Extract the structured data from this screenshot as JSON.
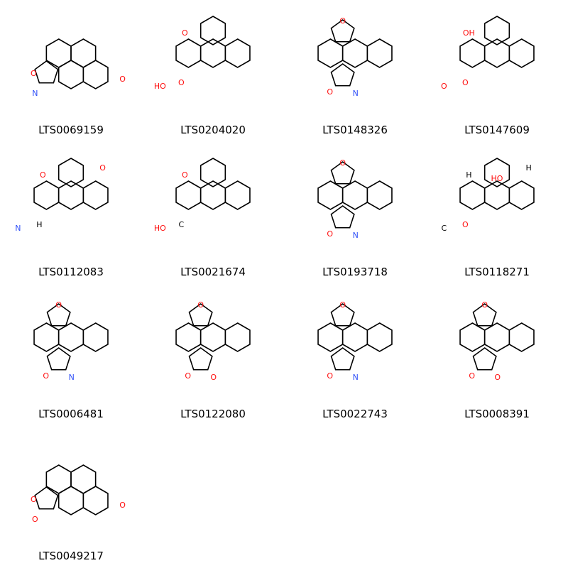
{
  "molecules": [
    {
      "id": "LTS0069159",
      "atoms": [
        "O",
        "N",
        "O"
      ]
    },
    {
      "id": "LTS0204020",
      "atoms": [
        "O",
        "O",
        "HO"
      ]
    },
    {
      "id": "LTS0148326",
      "atoms": [
        "O",
        "O",
        "N"
      ]
    },
    {
      "id": "LTS0147609",
      "atoms": [
        "OH",
        "O",
        "O"
      ]
    },
    {
      "id": "LTS0112083",
      "atoms": [
        "O",
        "H",
        "N",
        "O"
      ]
    },
    {
      "id": "LTS0021674",
      "atoms": [
        "O",
        "C",
        "HO"
      ]
    },
    {
      "id": "LTS0193718",
      "atoms": [
        "O",
        "O",
        "N"
      ]
    },
    {
      "id": "LTS0118271",
      "atoms": [
        "H",
        "O",
        "C",
        "H",
        "HO"
      ]
    },
    {
      "id": "LTS0006481",
      "atoms": [
        "O",
        "O",
        "N"
      ]
    },
    {
      "id": "LTS0122080",
      "atoms": [
        "O",
        "O",
        "O"
      ]
    },
    {
      "id": "LTS0022743",
      "atoms": [
        "O",
        "O",
        "N"
      ]
    },
    {
      "id": "LTS0008391",
      "atoms": [
        "O",
        "O",
        "O"
      ]
    },
    {
      "id": "LTS0049217",
      "atoms": [
        "O",
        "O",
        "O"
      ]
    }
  ],
  "colors": {
    "bond": "#000000",
    "oxygen": "#ff0d0d",
    "nitrogen": "#3050f8"
  }
}
